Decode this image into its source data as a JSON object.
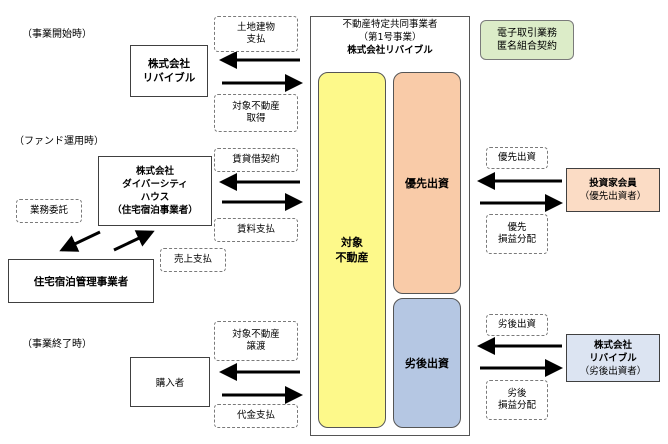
{
  "phases": {
    "start": "（事業開始時）",
    "operation": "（ファンド運用時）",
    "end": "（事業終了時）"
  },
  "entities": {
    "revival_top": [
      "株式会社",
      "リバイブル"
    ],
    "diversity_house": [
      "株式会社",
      "ダイバーシティ",
      "ハウス",
      "（住宅宿泊事業者）"
    ],
    "lodging_manager": "住宅宿泊管理事業者",
    "buyer": "購入者",
    "investor_preferred": [
      "投資家会員",
      "（優先出資者）"
    ],
    "revival_subordinate": [
      "株式会社",
      "リバイブル",
      "（劣後出資者）"
    ]
  },
  "labels": {
    "land_payment": [
      "土地建物",
      "支払"
    ],
    "property_acquire": [
      "対象不動産",
      "取得"
    ],
    "lease_contract": "賃貸借契約",
    "rent_payment": "賃料支払",
    "business_outsourcing": "業務委託",
    "sales_payment": "売上支払",
    "property_transfer": [
      "対象不動産",
      "譲渡"
    ],
    "price_payment": "代金支払",
    "preferred_investment": "優先出資",
    "preferred_distribution": [
      "優先",
      "損益分配"
    ],
    "subordinate_investment": "劣後出資",
    "subordinate_distribution": [
      "劣後",
      "損益分配"
    ]
  },
  "operator": {
    "title": [
      "不動産特定共同事業者",
      "（第1号事業）",
      "株式会社リバイブル"
    ],
    "target_property": [
      "対象",
      "不動産"
    ],
    "preferred_capital": "優先出資",
    "subordinate_capital": "劣後出資"
  },
  "badge": [
    "電子取引業務",
    "匿名組合契約"
  ],
  "colors": {
    "target_property": "#fdf98a",
    "preferred_capital": "#f9cba8",
    "subordinate_capital": "#b5c7e3",
    "investor_box": "#fbdcc5",
    "revival_sub_box": "#dce4f2",
    "badge": "#dcecc8"
  }
}
